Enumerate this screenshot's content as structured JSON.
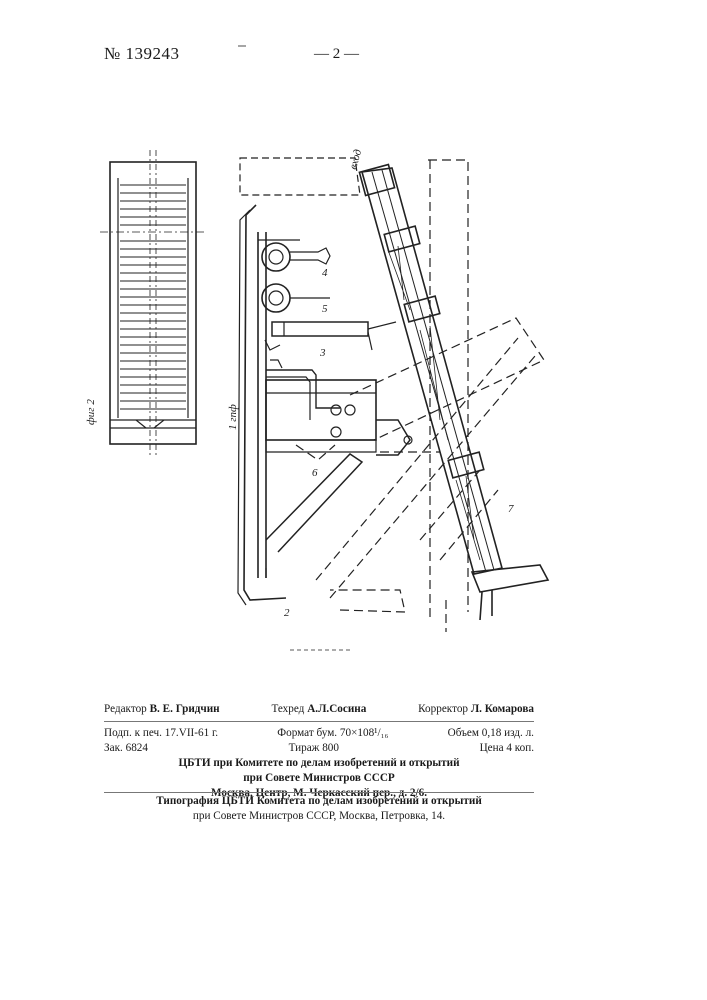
{
  "header": {
    "patent_number": "№ 139243",
    "page_number": "— 2 —"
  },
  "figures": {
    "fig2_label": "фиг 2",
    "fig1_label": "1 гпф",
    "input_label": "вход",
    "callouts": [
      "4",
      "5",
      "3",
      "6",
      "2",
      "7"
    ]
  },
  "credits": {
    "editor_label": "Редактор",
    "editor_name": "В. Е. Гридчин",
    "techred_label": "Техред",
    "techred_name": "А.Л.Сосина",
    "corrector_label": "Корректор",
    "corrector_name": "Л. Комарова",
    "line2_left": "Подп. к печ. 17.VII-61 г.",
    "line2_mid": "Формат бум. 70×108¹/₁₆",
    "line2_right": "Объем 0,18 изд. л.",
    "line3_left": "Зак. 6824",
    "line3_mid": "Тираж 800",
    "line3_right": "Цена 4 коп.",
    "org_line1": "ЦБТИ при Комитете по делам изобретений и открытий",
    "org_line2": "при Совете Министров СССР",
    "org_line3": "Москва, Центр, М. Черкасский пер., д. 2/6.",
    "print_line1": "Типография ЦБТИ Комитета по делам изобретений и открытий",
    "print_line2": "при Совете Министров СССР, Москва, Петровка, 14."
  }
}
